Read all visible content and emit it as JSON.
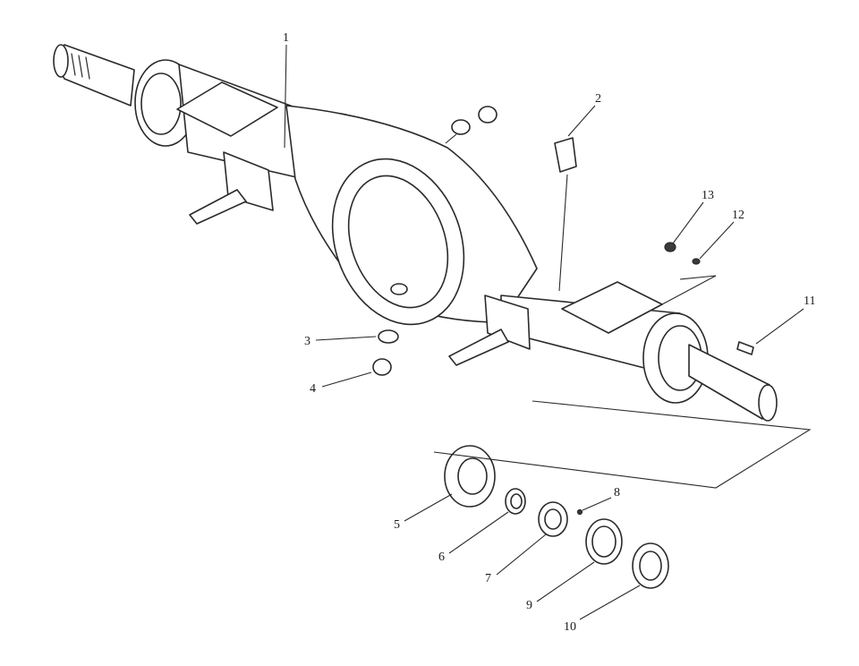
{
  "diagram": {
    "callouts": [
      {
        "id": "1",
        "label": "1"
      },
      {
        "id": "2",
        "label": "2"
      },
      {
        "id": "3",
        "label": "3"
      },
      {
        "id": "4",
        "label": "4"
      },
      {
        "id": "5",
        "label": "5"
      },
      {
        "id": "6",
        "label": "6"
      },
      {
        "id": "7",
        "label": "7"
      },
      {
        "id": "8",
        "label": "8"
      },
      {
        "id": "9",
        "label": "9"
      },
      {
        "id": "10",
        "label": "10"
      },
      {
        "id": "11",
        "label": "11"
      },
      {
        "id": "12",
        "label": "12"
      },
      {
        "id": "13",
        "label": "13"
      }
    ],
    "colors": {
      "line": "#2a2a2a",
      "background": "#ffffff"
    }
  }
}
